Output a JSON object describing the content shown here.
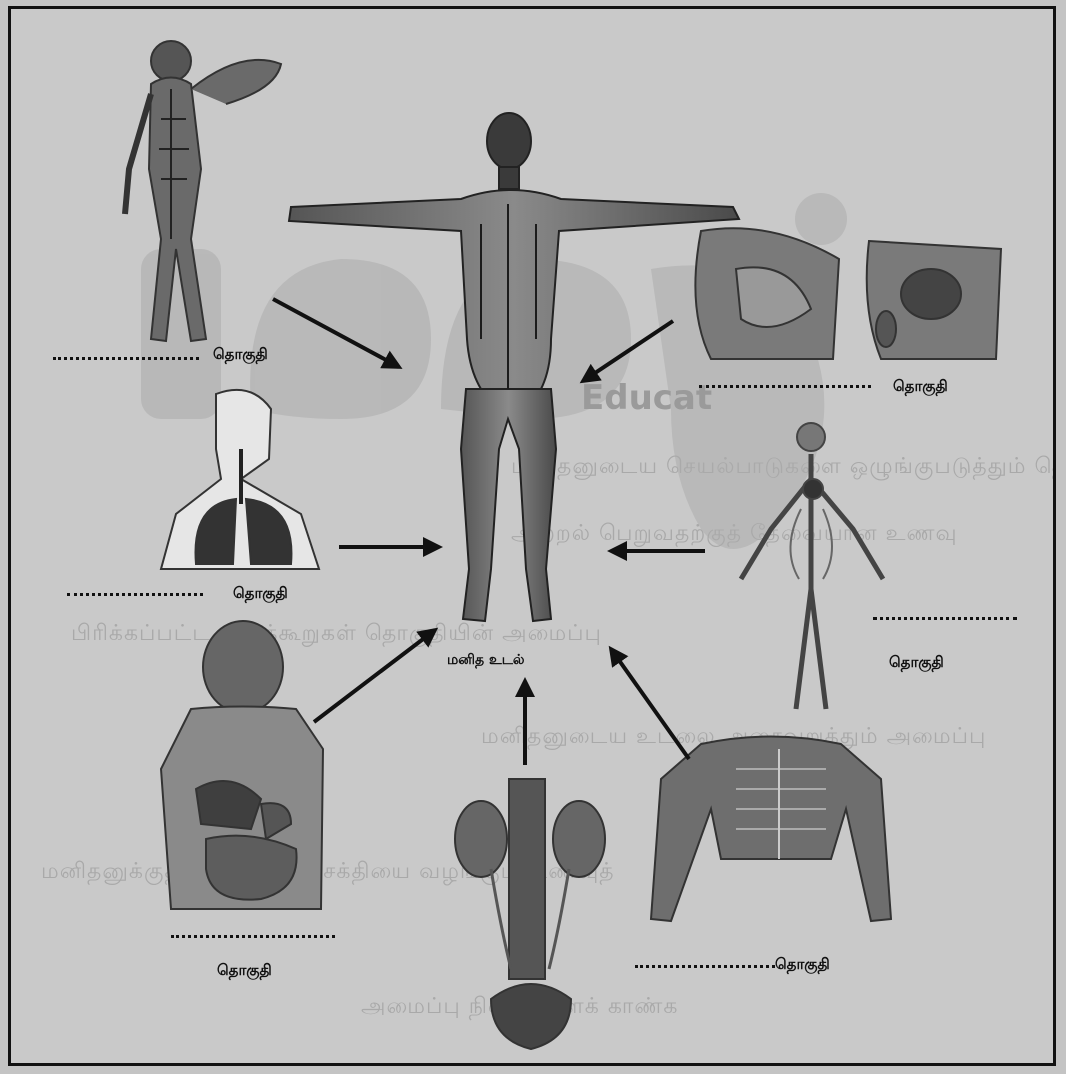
{
  "diagram": {
    "center_label": "மனித உடல்",
    "system_label": "தொகுதி",
    "watermark_text": "Educat",
    "systems": [
      {
        "id": "nervous",
        "label": "தொகுதி"
      },
      {
        "id": "reproductive",
        "label": "தொகுதி"
      },
      {
        "id": "respiratory",
        "label": "தொகுதி"
      },
      {
        "id": "circulatory",
        "label": "தொகுதி"
      },
      {
        "id": "digestive",
        "label": "தொகுதி"
      },
      {
        "id": "excretory",
        "label": ""
      },
      {
        "id": "muscular",
        "label": "தொகுதி"
      }
    ]
  },
  "colors": {
    "background": "#c9c9c9",
    "ink": "#111111",
    "watermark": "#a8a8a8"
  }
}
